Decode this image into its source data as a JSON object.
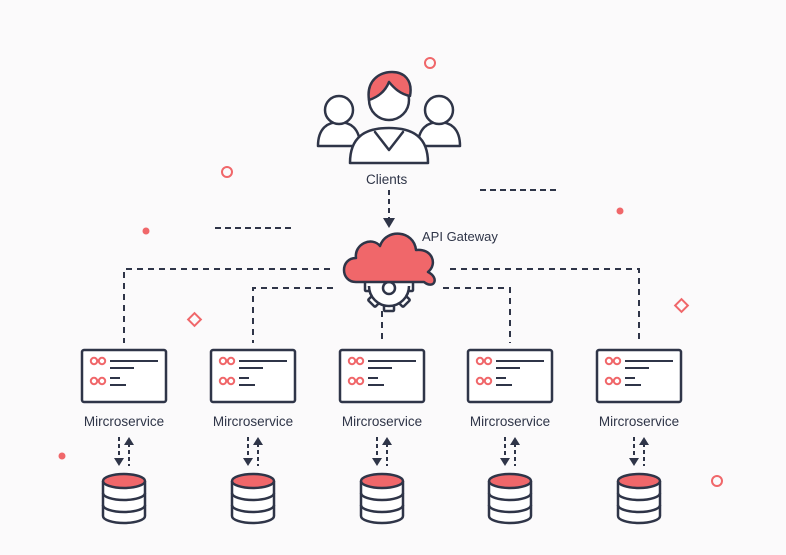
{
  "clients_label": "Clients",
  "gateway_label": "API Gateway",
  "microservices": [
    {
      "label": "Mircroservice"
    },
    {
      "label": "Mircroservice"
    },
    {
      "label": "Mircroservice"
    },
    {
      "label": "Mircroservice"
    },
    {
      "label": "Mircroservice"
    }
  ],
  "colors": {
    "accent": "#f0676a",
    "outline": "#2f3548",
    "background": "#fbfafb"
  },
  "icons": {
    "clients": "users-group-icon",
    "gateway": "cloud-gear-icon",
    "service": "server-window-icon",
    "database": "database-icon"
  }
}
